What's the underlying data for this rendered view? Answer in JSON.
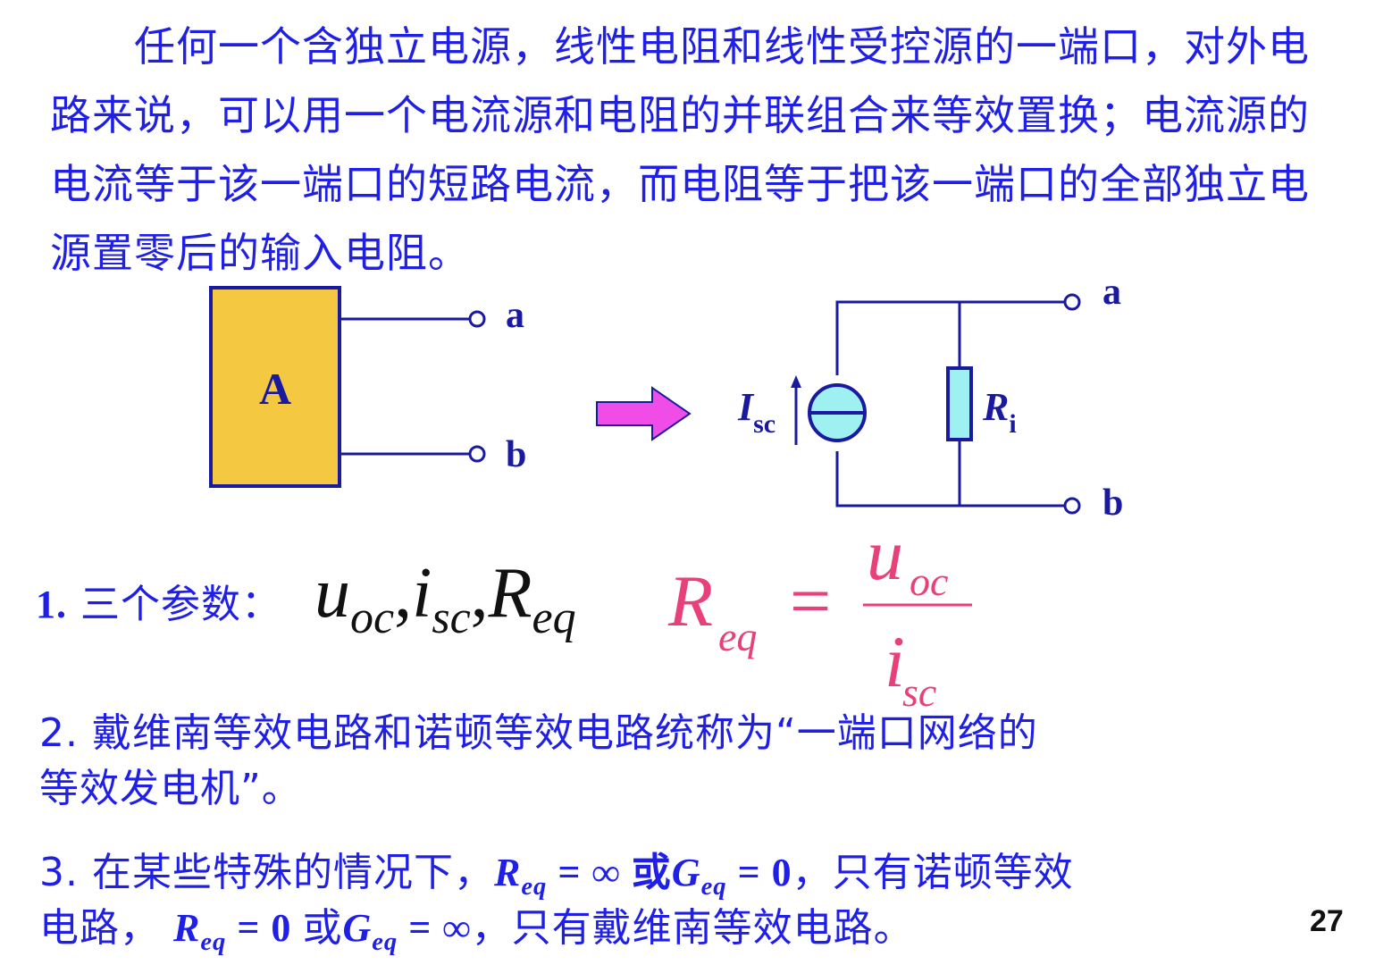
{
  "paragraph": "任何一个含独立电源，线性电阻和线性受控源的一端口，对外电路来说，可以用一个电流源和电阻的并联组合来等效置换；电流源的电流等于该一端口的短路电流，而电阻等于把该一端口的全部独立电源置零后的输入电阻。",
  "diagram": {
    "box_label": "A",
    "terminal_a": "a",
    "terminal_b": "b",
    "source_label_main": "I",
    "source_label_sub": "sc",
    "resistor_label_main": "R",
    "resistor_label_sub": "i",
    "colors": {
      "box_fill": "#f5c842",
      "arrow_fill": "#f04ce8",
      "source_fill": "#9ff0f0",
      "resistor_fill": "#9ff0f0",
      "wire": "#1a1aa0"
    }
  },
  "item1": {
    "number": "1.",
    "text": "三个参数：",
    "u": "u",
    "oc": "oc",
    "comma": ",",
    "i": "i",
    "sc": "sc",
    "R": "R",
    "eq": "eq",
    "formula_R": "R",
    "formula_eq": "eq",
    "formula_equals": "=",
    "formula_num": "u",
    "formula_num_sub": "oc",
    "formula_den": "i",
    "formula_den_sub": "sc",
    "formula_color": "#e8407a"
  },
  "item2": {
    "line1": "2.  戴维南等效电路和诺顿等效电路统称为“一端口网络的",
    "line2": "等效发电机”。"
  },
  "item3": {
    "l1_a": "3.  在某些特殊的情况下，",
    "l1_R": "R",
    "l1_Req_sub": "eq",
    "l1_eq_inf": " =  ∞ 或",
    "l1_G": "G",
    "l1_G_sub": "eq",
    "l1_eq0": " = 0",
    "l1_b": "，只有诺顿等效",
    "l2_a": "电路，  ",
    "l2_R": "R",
    "l2_R_sub": "eq",
    "l2_eq0": " = 0 ",
    "l2_or": " 或",
    "l2_G": "G",
    "l2_G_sub": "eq",
    "l2_eq_inf": " =  ∞",
    "l2_b": "，只有戴维南等效电路。"
  },
  "page_number": "27"
}
